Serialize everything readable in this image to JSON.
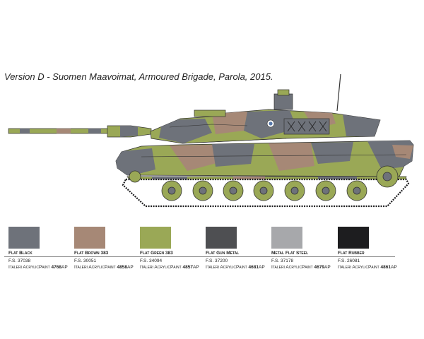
{
  "caption": "Version D - Suomen Maavoimat, Armoured Brigade, Parola, 2015.",
  "paints": [
    {
      "name": "Flat Black",
      "fs": "F.S. 37038",
      "brand": "Italeri AcrylicPaint",
      "code": "4768",
      "suffix": "AP",
      "color": "#6e727a"
    },
    {
      "name": "Flat Brown 383",
      "fs": "F.S. 30051",
      "brand": "Italeri AcrylicPaint",
      "code": "4858",
      "suffix": "AP",
      "color": "#a68876"
    },
    {
      "name": "Flat Green 383",
      "fs": "F.S. 34094",
      "brand": "Italeri AcrylicPaint",
      "code": "4857",
      "suffix": "AP",
      "color": "#9aa856"
    },
    {
      "name": "Flat Gun Metal",
      "fs": "F.S. 37200",
      "brand": "Italeri AcrylicPaint",
      "code": "4681",
      "suffix": "AP",
      "color": "#4e4f52"
    },
    {
      "name": "Metal Flat Steel",
      "fs": "F.S. 37178",
      "brand": "Italeri AcrylicPaint",
      "code": "4679",
      "suffix": "AP",
      "color": "#a7a8ab"
    },
    {
      "name": "Flat Rubber",
      "fs": "F.S. 26081",
      "brand": "Italeri AcrylicPaint",
      "code": "4861",
      "suffix": "AP",
      "color": "#1d1d1f"
    }
  ]
}
